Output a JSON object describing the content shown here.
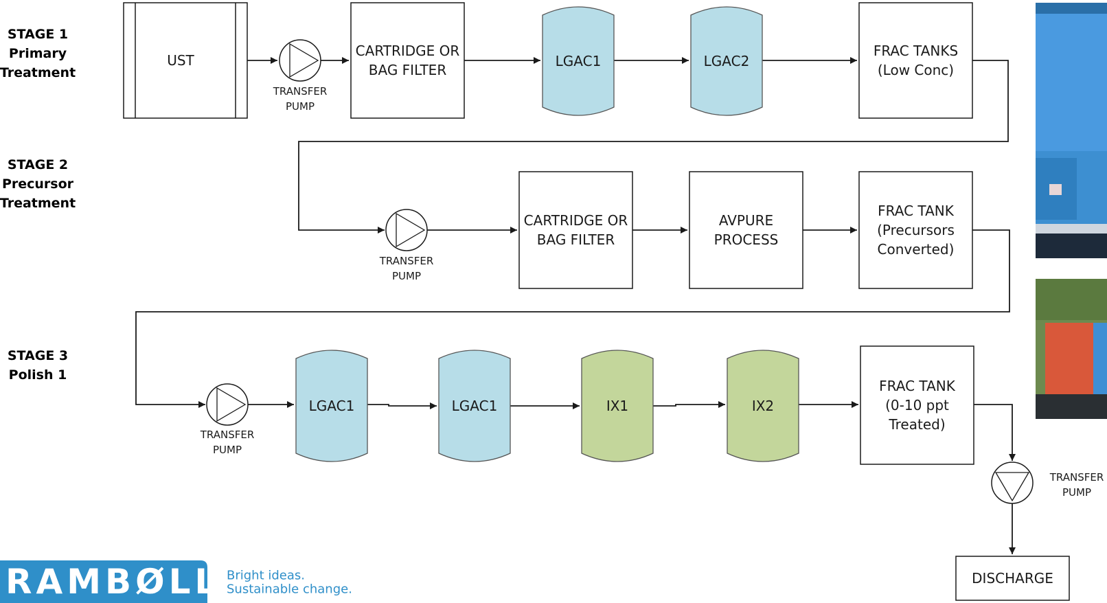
{
  "stages": {
    "stage1": [
      "STAGE 1",
      "Primary",
      "Treatment"
    ],
    "stage2": [
      "STAGE 2",
      "Precursor",
      "Treatment"
    ],
    "stage3": [
      "STAGE 3",
      "Polish 1"
    ]
  },
  "boxes": {
    "ust": [
      "UST"
    ],
    "filter1": [
      "CARTRIDGE OR",
      "BAG FILTER"
    ],
    "frac1": [
      "FRAC TANKS",
      "(Low Conc)"
    ],
    "filter2": [
      "CARTRIDGE OR",
      "BAG FILTER"
    ],
    "avpure": [
      "AVPURE",
      "PROCESS"
    ],
    "frac2": [
      "FRAC TANK",
      "(Precursors",
      "Converted)"
    ],
    "frac3": [
      "FRAC TANK",
      "(0-10 ppt",
      "Treated)"
    ],
    "discharge": [
      "DISCHARGE"
    ]
  },
  "vessels": {
    "lgac1_s1": "LGAC1",
    "lgac2_s1": "LGAC2",
    "lgac1_s3a": "LGAC1",
    "lgac1_s3b": "LGAC1",
    "ix1": "IX1",
    "ix2": "IX2"
  },
  "pump_label": [
    "TRANSFER",
    "PUMP"
  ],
  "logo": {
    "name": "RAMBØLL",
    "slogan": [
      "Bright ideas.",
      "Sustainable change."
    ]
  },
  "colors": {
    "lgac": "#b7dde8",
    "ix": "#c3d69b",
    "logo_bg": "#2f8fc9",
    "slogan": "#2f8fc9",
    "stroke": "#1a1a1a"
  }
}
